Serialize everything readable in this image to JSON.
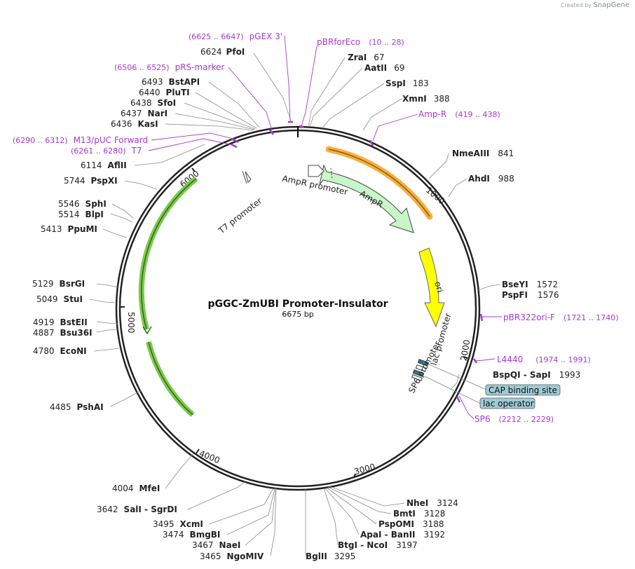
{
  "watermark": {
    "created_by": "Created by",
    "brand": "SnapGene"
  },
  "map": {
    "title": "pGGC-ZmUBI Promoter-Insulator",
    "length_label": "6675 bp",
    "total_bp": 6675,
    "ticks": [
      "1000",
      "2000",
      "3000",
      "4000",
      "5000",
      "6000"
    ]
  },
  "sites": [
    {
      "name": "PfoI",
      "pos": "6624"
    },
    {
      "name": "ZraI",
      "pos": "67"
    },
    {
      "name": "AatII",
      "pos": "69"
    },
    {
      "name": "SspI",
      "pos": "183"
    },
    {
      "name": "XmnI",
      "pos": "388"
    },
    {
      "name": "NmeAIII",
      "pos": "841"
    },
    {
      "name": "AhdI",
      "pos": "988"
    },
    {
      "name": "BseYI",
      "pos": "1572"
    },
    {
      "name": "PspFI",
      "pos": "1576"
    },
    {
      "name": "BspQI  - SapI",
      "pos": "1993"
    },
    {
      "name": "NheI",
      "pos": "3124"
    },
    {
      "name": "BmtI",
      "pos": "3128"
    },
    {
      "name": "PspOMI",
      "pos": "3188"
    },
    {
      "name": "ApaI  - BanII",
      "pos": "3192"
    },
    {
      "name": "BtgI  - NcoI",
      "pos": "3197"
    },
    {
      "name": "BglII",
      "pos": "3295"
    },
    {
      "name": "NgoMIV",
      "pos": "3465"
    },
    {
      "name": "NaeI",
      "pos": "3467"
    },
    {
      "name": "BmgBI",
      "pos": "3474"
    },
    {
      "name": "XcmI",
      "pos": "3495"
    },
    {
      "name": "SalI  - SgrDI",
      "pos": "3642"
    },
    {
      "name": "MfeI",
      "pos": "4004"
    },
    {
      "name": "PshAI",
      "pos": "4485"
    },
    {
      "name": "EcoNI",
      "pos": "4780"
    },
    {
      "name": "Bsu36I",
      "pos": "4887"
    },
    {
      "name": "BstEII",
      "pos": "4919"
    },
    {
      "name": "StuI",
      "pos": "5049"
    },
    {
      "name": "BsrGI",
      "pos": "5129"
    },
    {
      "name": "PpuMI",
      "pos": "5413"
    },
    {
      "name": "BlpI",
      "pos": "5514"
    },
    {
      "name": "SphI",
      "pos": "5546"
    },
    {
      "name": "PspXI",
      "pos": "5744"
    },
    {
      "name": "AflII",
      "pos": "6114"
    },
    {
      "name": "KasI",
      "pos": "6436"
    },
    {
      "name": "NarI",
      "pos": "6437"
    },
    {
      "name": "SfoI",
      "pos": "6438"
    },
    {
      "name": "PluTI",
      "pos": "6440"
    },
    {
      "name": "BstAPI",
      "pos": "6493"
    }
  ],
  "primers": [
    {
      "name": "pGEX 3'",
      "range": "(6625 .. 6647)"
    },
    {
      "name": "pBRforEco",
      "range": "(10 .. 28)"
    },
    {
      "name": "pRS-marker",
      "range": "(6506 .. 6525)"
    },
    {
      "name": "Amp-R",
      "range": "(419 .. 438)"
    },
    {
      "name": "M13/pUC Forward",
      "range": "(6290 .. 6312)"
    },
    {
      "name": "T7",
      "range": "(6261 .. 6280)"
    },
    {
      "name": "pBR322ori-F",
      "range": "(1721 .. 1740)"
    },
    {
      "name": "L4440",
      "range": "(1974 .. 1991)"
    },
    {
      "name": "SP6",
      "range": "(2212 .. 2229)"
    }
  ],
  "features": [
    {
      "name": "AmpR promoter"
    },
    {
      "name": "AmpR"
    },
    {
      "name": "ori"
    },
    {
      "name": "T7 promoter"
    },
    {
      "name": "SP6 promoter"
    },
    {
      "name": "lac promoter"
    },
    {
      "name": "CAP binding site"
    },
    {
      "name": "lac operator"
    }
  ],
  "colors": {
    "primer": "#a438d0",
    "ampr": "#c8f6c8",
    "ori": "#ffff00",
    "orange_arc": "#f5b041",
    "green_arc": "#7ec850",
    "box": "#9fcbd6"
  }
}
